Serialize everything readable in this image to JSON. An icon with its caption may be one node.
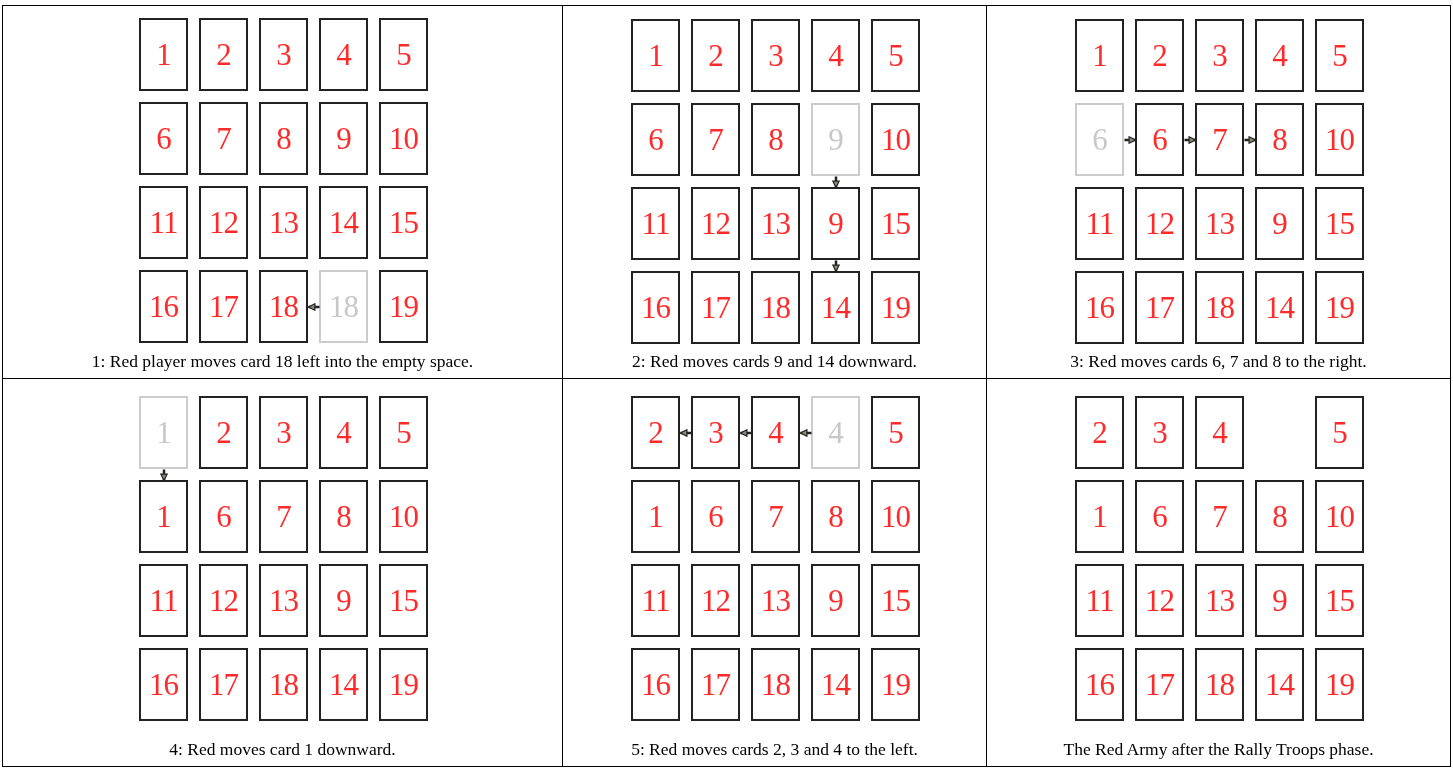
{
  "diagram": {
    "nodes": [
      {
        "text": [
          "1: Red player moves card 18 left into the empty space."
        ]
      },
      {
        "text": [
          "2: Red moves cards 9 and 14 downward."
        ]
      },
      {
        "text": [
          "3: Red moves cards 6, 7 and 8 to the right."
        ]
      },
      {
        "text": [
          "4: Red moves card 1 downward."
        ]
      },
      {
        "text": [
          "5: Red moves cards 2, 3 and 4 to the left."
        ]
      },
      {
        "text": [
          "The Red Army after the Rally Troops phase."
        ]
      },
      {
        "text": [
          "1"
        ],
        "in": 0
      },
      {
        "text": [
          "2"
        ],
        "in": 0
      },
      {
        "text": [
          "3"
        ],
        "in": 0
      },
      {
        "text": [
          "4"
        ],
        "in": 0
      },
      {
        "text": [
          "5"
        ],
        "in": 0
      },
      {
        "text": [
          "6"
        ],
        "in": 0
      },
      {
        "text": [
          "7"
        ],
        "in": 0
      },
      {
        "text": [
          "8"
        ],
        "in": 0
      },
      {
        "text": [
          "9"
        ],
        "in": 0
      },
      {
        "text": [
          "10"
        ],
        "in": 0
      },
      {
        "text": [
          "11"
        ],
        "in": 0
      },
      {
        "text": [
          "12"
        ],
        "in": 0
      },
      {
        "text": [
          "13"
        ],
        "in": 0
      },
      {
        "text": [
          "14"
        ],
        "in": 0
      },
      {
        "text": [
          "15"
        ],
        "in": 0
      },
      {
        "text": [
          "16"
        ],
        "in": 0
      },
      {
        "text": [
          "17"
        ],
        "in": 0
      },
      {
        "text": [
          "18"
        ],
        "in": 0
      },
      {
        "text": [
          "18"
        ],
        "in": 0
      },
      {
        "text": [
          "19"
        ],
        "in": 0
      },
      {
        "text": [
          "1"
        ],
        "in": 1
      },
      {
        "text": [
          "2"
        ],
        "in": 1
      },
      {
        "text": [
          "3"
        ],
        "in": 1
      },
      {
        "text": [
          "4"
        ],
        "in": 1
      },
      {
        "text": [
          "5"
        ],
        "in": 1
      },
      {
        "text": [
          "6"
        ],
        "in": 1
      },
      {
        "text": [
          "7"
        ],
        "in": 1
      },
      {
        "text": [
          "8"
        ],
        "in": 1
      },
      {
        "text": [
          "9"
        ],
        "in": 1
      },
      {
        "text": [
          "10"
        ],
        "in": 1
      },
      {
        "text": [
          "11"
        ],
        "in": 1
      },
      {
        "text": [
          "12"
        ],
        "in": 1
      },
      {
        "text": [
          "13"
        ],
        "in": 1
      },
      {
        "text": [
          "9"
        ],
        "in": 1
      },
      {
        "text": [
          "15"
        ],
        "in": 1
      },
      {
        "text": [
          "16"
        ],
        "in": 1
      },
      {
        "text": [
          "17"
        ],
        "in": 1
      },
      {
        "text": [
          "18"
        ],
        "in": 1
      },
      {
        "text": [
          "14"
        ],
        "in": 1
      },
      {
        "text": [
          "19"
        ],
        "in": 1
      },
      {
        "text": [
          "1"
        ],
        "in": 2
      },
      {
        "text": [
          "2"
        ],
        "in": 2
      },
      {
        "text": [
          "3"
        ],
        "in": 2
      },
      {
        "text": [
          "4"
        ],
        "in": 2
      },
      {
        "text": [
          "5"
        ],
        "in": 2
      },
      {
        "text": [
          "6"
        ],
        "in": 2
      },
      {
        "text": [
          "6"
        ],
        "in": 2
      },
      {
        "text": [
          "7"
        ],
        "in": 2
      },
      {
        "text": [
          "8"
        ],
        "in": 2
      },
      {
        "text": [
          "10"
        ],
        "in": 2
      },
      {
        "text": [
          "11"
        ],
        "in": 2
      },
      {
        "text": [
          "12"
        ],
        "in": 2
      },
      {
        "text": [
          "13"
        ],
        "in": 2
      },
      {
        "text": [
          "9"
        ],
        "in": 2
      },
      {
        "text": [
          "15"
        ],
        "in": 2
      },
      {
        "text": [
          "16"
        ],
        "in": 2
      },
      {
        "text": [
          "17"
        ],
        "in": 2
      },
      {
        "text": [
          "18"
        ],
        "in": 2
      },
      {
        "text": [
          "14"
        ],
        "in": 2
      },
      {
        "text": [
          "19"
        ],
        "in": 2
      },
      {
        "text": [
          "1"
        ],
        "in": 3
      },
      {
        "text": [
          "2"
        ],
        "in": 3
      },
      {
        "text": [
          "3"
        ],
        "in": 3
      },
      {
        "text": [
          "4"
        ],
        "in": 3
      },
      {
        "text": [
          "5"
        ],
        "in": 3
      },
      {
        "text": [
          "1"
        ],
        "in": 3
      },
      {
        "text": [
          "6"
        ],
        "in": 3
      },
      {
        "text": [
          "7"
        ],
        "in": 3
      },
      {
        "text": [
          "8"
        ],
        "in": 3
      },
      {
        "text": [
          "10"
        ],
        "in": 3
      },
      {
        "text": [
          "11"
        ],
        "in": 3
      },
      {
        "text": [
          "12"
        ],
        "in": 3
      },
      {
        "text": [
          "13"
        ],
        "in": 3
      },
      {
        "text": [
          "9"
        ],
        "in": 3
      },
      {
        "text": [
          "15"
        ],
        "in": 3
      },
      {
        "text": [
          "16"
        ],
        "in": 3
      },
      {
        "text": [
          "17"
        ],
        "in": 3
      },
      {
        "text": [
          "18"
        ],
        "in": 3
      },
      {
        "text": [
          "14"
        ],
        "in": 3
      },
      {
        "text": [
          "19"
        ],
        "in": 3
      },
      {
        "text": [
          "2"
        ],
        "in": 4
      },
      {
        "text": [
          "3"
        ],
        "in": 4
      },
      {
        "text": [
          "4"
        ],
        "in": 4
      },
      {
        "text": [
          "4"
        ],
        "in": 4
      },
      {
        "text": [
          "5"
        ],
        "in": 4
      },
      {
        "text": [
          "1"
        ],
        "in": 4
      },
      {
        "text": [
          "6"
        ],
        "in": 4
      },
      {
        "text": [
          "7"
        ],
        "in": 4
      },
      {
        "text": [
          "8"
        ],
        "in": 4
      },
      {
        "text": [
          "10"
        ],
        "in": 4
      },
      {
        "text": [
          "11"
        ],
        "in": 4
      },
      {
        "text": [
          "12"
        ],
        "in": 4
      },
      {
        "text": [
          "13"
        ],
        "in": 4
      },
      {
        "text": [
          "9"
        ],
        "in": 4
      },
      {
        "text": [
          "15"
        ],
        "in": 4
      },
      {
        "text": [
          "16"
        ],
        "in": 4
      },
      {
        "text": [
          "17"
        ],
        "in": 4
      },
      {
        "text": [
          "18"
        ],
        "in": 4
      },
      {
        "text": [
          "14"
        ],
        "in": 4
      },
      {
        "text": [
          "19"
        ],
        "in": 4
      },
      {
        "text": [
          "2"
        ],
        "in": 5
      },
      {
        "text": [
          "3"
        ],
        "in": 5
      },
      {
        "text": [
          "4"
        ],
        "in": 5
      },
      {
        "text": [
          "5"
        ],
        "in": 5
      },
      {
        "text": [
          "1"
        ],
        "in": 5
      },
      {
        "text": [
          "6"
        ],
        "in": 5
      },
      {
        "text": [
          "7"
        ],
        "in": 5
      },
      {
        "text": [
          "8"
        ],
        "in": 5
      },
      {
        "text": [
          "10"
        ],
        "in": 5
      },
      {
        "text": [
          "11"
        ],
        "in": 5
      },
      {
        "text": [
          "12"
        ],
        "in": 5
      },
      {
        "text": [
          "13"
        ],
        "in": 5
      },
      {
        "text": [
          "9"
        ],
        "in": 5
      },
      {
        "text": [
          "15"
        ],
        "in": 5
      },
      {
        "text": [
          "16"
        ],
        "in": 5
      },
      {
        "text": [
          "17"
        ],
        "in": 5
      },
      {
        "text": [
          "18"
        ],
        "in": 5
      },
      {
        "text": [
          "14"
        ],
        "in": 5
      },
      {
        "text": [
          "19"
        ],
        "in": 5
      }
    ],
    "edges": [
      {
        "from": 24,
        "to": 23,
        "arrow": "to"
      },
      {
        "from": 34,
        "to": 39,
        "arrow": "to"
      },
      {
        "from": 39,
        "to": 44,
        "arrow": "to"
      },
      {
        "from": 51,
        "to": 52,
        "arrow": "to"
      },
      {
        "from": 52,
        "to": 53,
        "arrow": "to"
      },
      {
        "from": 53,
        "to": 54,
        "arrow": "to"
      },
      {
        "from": 66,
        "to": 71,
        "arrow": "to"
      },
      {
        "from": 89,
        "to": 88,
        "arrow": "to"
      },
      {
        "from": 88,
        "to": 87,
        "arrow": "to"
      },
      {
        "from": 87,
        "to": 86,
        "arrow": "to"
      }
    ]
  }
}
